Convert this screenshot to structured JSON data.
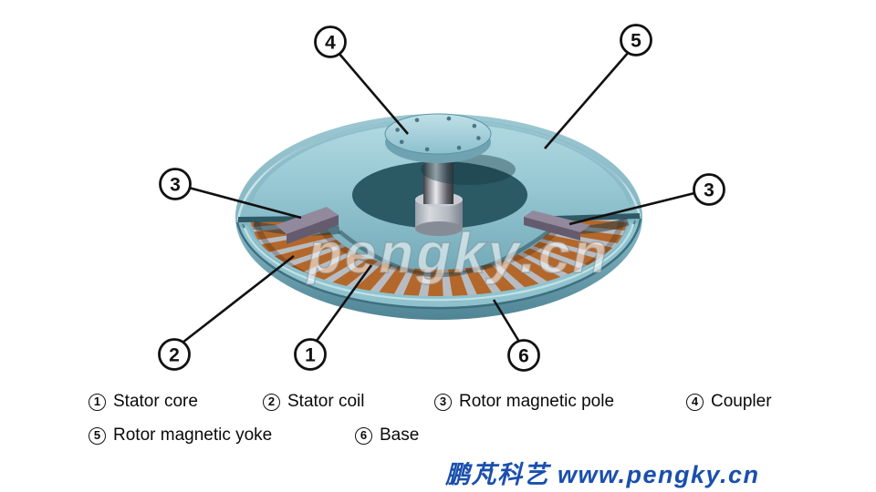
{
  "watermark": {
    "text": "pengky.cn"
  },
  "diagram": {
    "callouts": [
      {
        "num": "4"
      },
      {
        "num": "5"
      },
      {
        "num": "3"
      },
      {
        "num": "3"
      },
      {
        "num": "2"
      },
      {
        "num": "1"
      },
      {
        "num": "6"
      }
    ]
  },
  "legend": {
    "items": [
      {
        "num": "1",
        "label": "Stator core"
      },
      {
        "num": "2",
        "label": "Stator coil"
      },
      {
        "num": "3",
        "label": "Rotor magnetic pole"
      },
      {
        "num": "4",
        "label": "Coupler"
      },
      {
        "num": "5",
        "label": "Rotor magnetic yoke"
      },
      {
        "num": "6",
        "label": "Base"
      }
    ]
  },
  "footer": {
    "text": "鹏芃科艺 www.pengky.cn"
  },
  "colors": {
    "disc_teal": "#8fc0cb",
    "disc_teal_dark": "#2e5a66",
    "coil_orange": "#b4672a",
    "core_gray": "#b7bcc2",
    "pole_gray": "#93899d",
    "footer_blue": "#1a4fad",
    "callout_ink": "#111111",
    "watermark_white": "#ffffff"
  }
}
